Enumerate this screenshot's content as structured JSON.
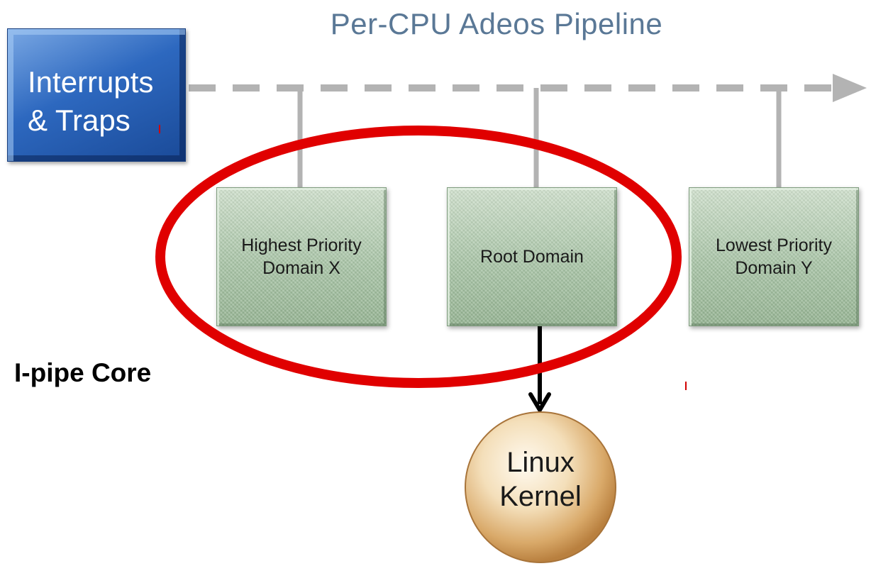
{
  "title": "Per-CPU Adeos Pipeline",
  "source_box": {
    "label": "Interrupts\n& Traps",
    "color": "#2d68bf"
  },
  "domains": [
    {
      "label": "Highest Priority\nDomain X"
    },
    {
      "label": "Root Domain"
    },
    {
      "label": "Lowest Priority\nDomain Y"
    }
  ],
  "highlight_label": "I-pipe Core",
  "kernel": {
    "label": "Linux\nKernel"
  },
  "colors": {
    "pipeline": "#b3b3b3",
    "domain": "#a8c4a6",
    "highlight": "#e00000",
    "kernel": "#e8c99a",
    "title": "#5a7896"
  }
}
